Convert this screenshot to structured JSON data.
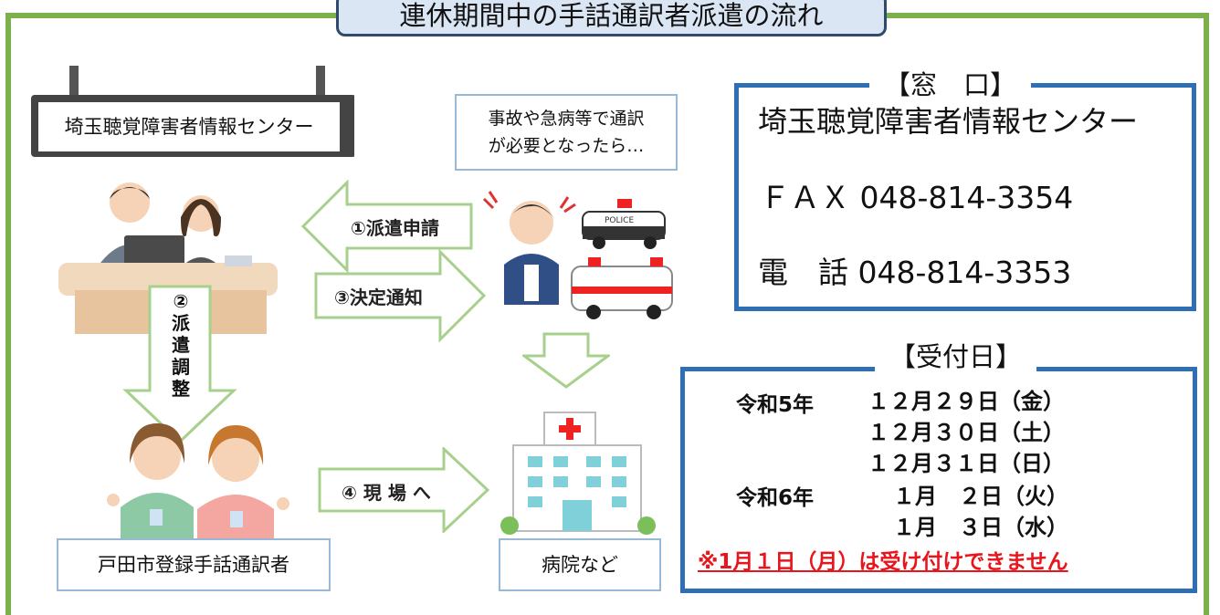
{
  "title": "連休期間中の手話通訳者派遣の流れ",
  "center_name": "埼玉聴覚障害者情報センター",
  "emergency_text": {
    "line1": "事故や急病等で通訳",
    "line2": "が必要となったら…"
  },
  "steps": {
    "step1": "①派遣申請",
    "step2_num": "②",
    "step2_chars": [
      "派",
      "遣",
      "調",
      "整"
    ],
    "step3": "③決定通知",
    "step4": "④ 現 場 へ"
  },
  "interpreters_label": "戸田市登録手話通訳者",
  "hospital_label": "病院など",
  "police_text": "POLICE",
  "contact": {
    "heading": "【窓　口】",
    "name": "埼玉聴覚障害者情報センター",
    "fax": "ＦＡＸ 048-814-3354",
    "tel": "電　話 048-814-3353"
  },
  "reception": {
    "heading": "【受付日】",
    "rows": [
      {
        "era": "令和5年",
        "date": "１２月２９日（金）"
      },
      {
        "era": "",
        "date": "１２月３０日（土）"
      },
      {
        "era": "",
        "date": "１２月３１日（日）"
      },
      {
        "era": "令和6年",
        "date": "１月　２日（火）"
      },
      {
        "era": "",
        "date": "１月　３日（水）"
      }
    ],
    "note": "※1月１日（月）は受け付けできません"
  },
  "colors": {
    "frame_green": "#7bb04a",
    "panel_blue": "#2e6eb5",
    "title_bg": "#dbe6f4",
    "note_red": "#e8151c",
    "arrow_fill": "#ffffff",
    "arrow_stroke": "#a7d08c"
  }
}
